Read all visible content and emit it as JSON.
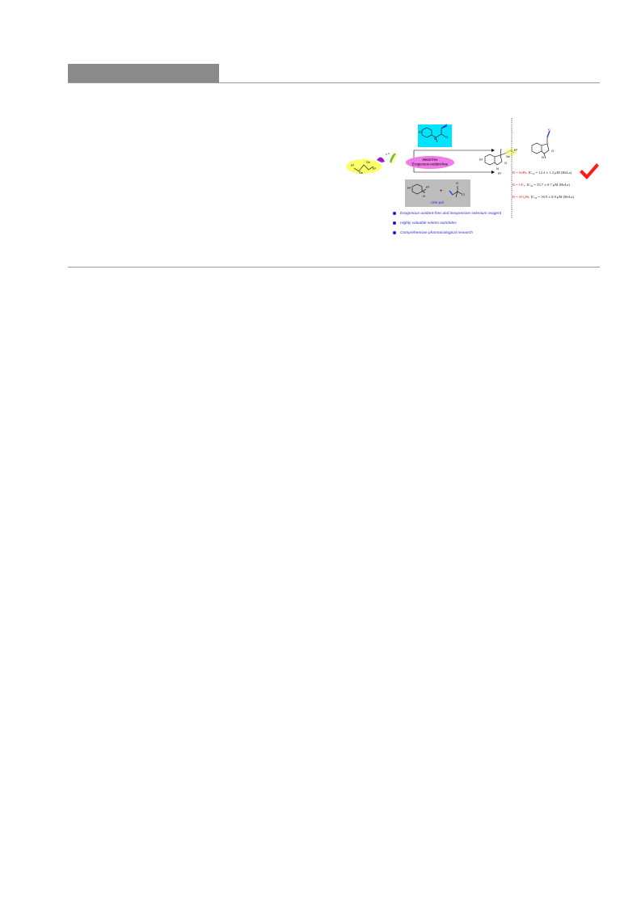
{
  "toc": {
    "conditions": {
      "line1": "Metal-free",
      "line2": "Exogenous-oxidant-free"
    },
    "one_pot": "One-pot",
    "plus": "+",
    "atoms": {
      "se": "Se",
      "o": "O",
      "n": "N",
      "cl": "Cl",
      "r1": "R¹",
      "r2": "R²",
      "r3": "R³",
      "r": "R",
      "h": "H"
    }
  },
  "bullets": [
    "Exogenous-oxidant-free and inexpensive selenium reagent",
    "Highly valuable seleno oxindoles",
    "Comprehensive pharmacological research"
  ],
  "results": [
    {
      "r": "R = SePh,",
      "value": "IC₅₀ = 12.4 ± 1.2 μM (HeLa)"
    },
    {
      "r": "R = CF₃,",
      "value": "IC₅₀ = 35.7 ± 0.7 μM (HeLa)"
    },
    {
      "r": "R = SO₂Ph,",
      "value": "IC₅₀ = 50.9 ± 8.9 μM (HeLa)"
    }
  ],
  "colors": {
    "header_tab": "#8a8a8a",
    "cyan_box": "#00e5ff",
    "grey_box": "#bdbdbd",
    "pink_oval": "#f07ce8",
    "highlight_yellow": "#fbff6a",
    "check_red": "#ff1a1a",
    "bullet_blue": "#2a2ad8"
  }
}
